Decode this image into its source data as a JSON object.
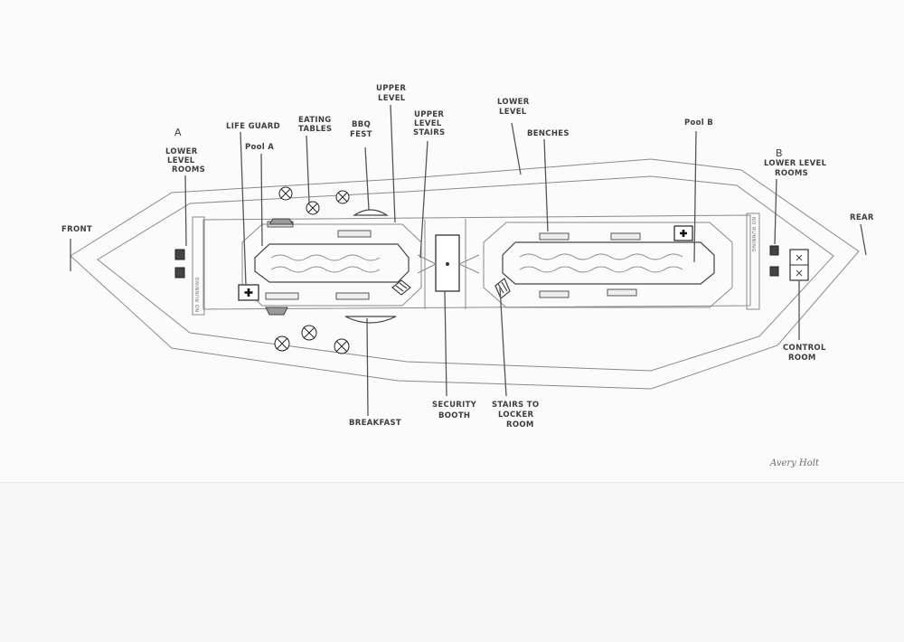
{
  "title": "",
  "labels": {
    "front": "FRONT",
    "rear": "REAR",
    "section_a": "A",
    "section_b": "B",
    "lower_level_rooms_a": [
      "LOWER",
      "LEVEL",
      "ROOMS"
    ],
    "lower_level_rooms_b": [
      "LOWER LEVEL",
      "ROOMS"
    ],
    "life_guard": "LIFE GUARD",
    "pool_a": "Pool A",
    "eating_tables": [
      "EATING",
      "TABLES"
    ],
    "bbq_fest": [
      "BBQ",
      "FEST"
    ],
    "upper_level": [
      "UPPER",
      "LEVEL"
    ],
    "upper_level_stairs": [
      "UPPER",
      "LEVEL",
      "STAIRS"
    ],
    "lower_level": [
      "LOWER",
      "LEVEL"
    ],
    "benches": "BENCHES",
    "pool_b": "Pool B",
    "control_room": [
      "CONTROL",
      "ROOM"
    ],
    "security_booth": [
      "SECURITY",
      "BOOTH"
    ],
    "stairs_to_locker_room": [
      "STAIRS TO",
      "LOCKER",
      "ROOM"
    ],
    "breakfast": "BREAKFAST",
    "no_running_a": "NO RUNNING",
    "no_running_b": "NO RUNNING",
    "signature": "Avery Holt"
  },
  "colors": {
    "ink": "#3a3a3a",
    "pencil": "#8a8a8a",
    "paper": "#fbfbfb"
  }
}
